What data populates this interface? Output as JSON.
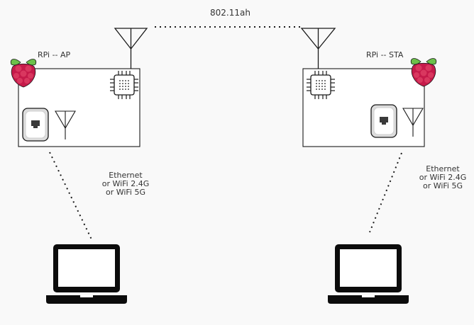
{
  "link_label": "802.11ah",
  "ap": {
    "label": "RPi -- AP"
  },
  "sta": {
    "label": "RPi -- STA"
  },
  "client_links": {
    "left": [
      "Ethernet",
      "or WiFi 2.4G",
      "or WiFi 5G"
    ],
    "right": [
      "Ethernet",
      "or WiFi 2.4G",
      "or WiFi 5G"
    ]
  },
  "colors": {
    "background": "#f9f9f9",
    "line": "#1a1a1a",
    "text": "#333333",
    "raspberry_red": "#c51a4a",
    "leaf_green": "#6cc04a"
  },
  "icons": [
    "raspberry-pi-logo",
    "chip-icon",
    "ethernet-port-icon",
    "antenna-icon",
    "laptop-icon"
  ]
}
